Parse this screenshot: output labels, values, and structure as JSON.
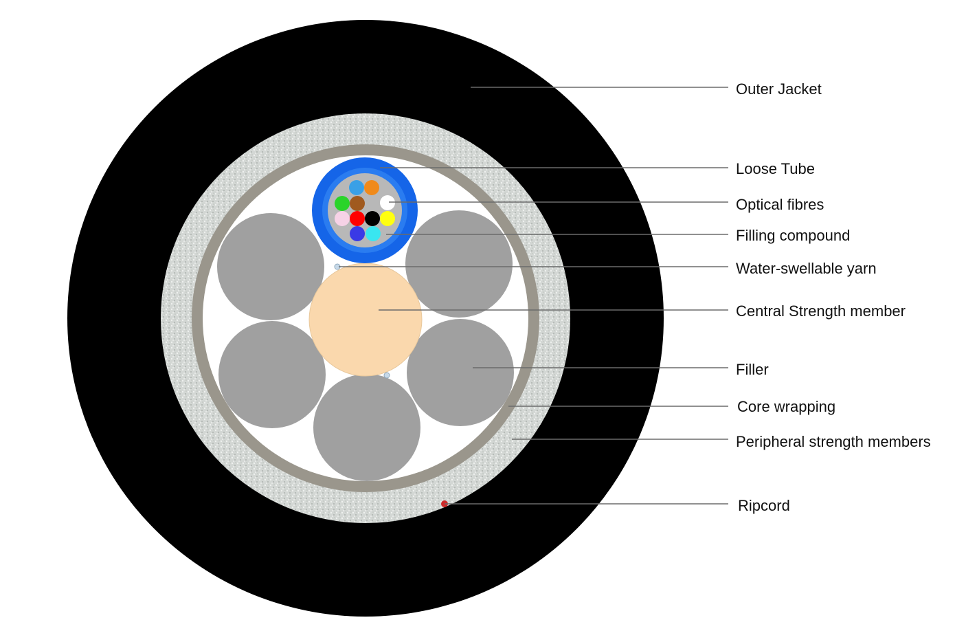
{
  "labels": [
    {
      "id": "outer-jacket",
      "text": "Outer Jacket"
    },
    {
      "id": "loose-tube",
      "text": "Loose Tube"
    },
    {
      "id": "optical-fibres",
      "text": "Optical fibres"
    },
    {
      "id": "filling-compound",
      "text": "Filling compound"
    },
    {
      "id": "water-swellable-yarn",
      "text": "Water-swellable yarn"
    },
    {
      "id": "central-strength-member",
      "text": "Central Strength member"
    },
    {
      "id": "filler",
      "text": "Filler"
    },
    {
      "id": "core-wrapping",
      "text": "Core wrapping"
    },
    {
      "id": "peripheral-strength-members",
      "text": "Peripheral strength members"
    },
    {
      "id": "ripcord",
      "text": "Ripcord"
    }
  ],
  "colors": {
    "outer_jacket": "#000000",
    "peripheral_strength": "#cfd3d0",
    "core_wrapping": "#9a968c",
    "core_interior": "#ffffff",
    "loose_tube": "#1565e8",
    "filling_compound": "#b8b8b8",
    "central_strength_member": "#fad8ad",
    "filler": "#a0a0a0",
    "ripcord": "#d02a2a",
    "yarn": "#c7d9e8"
  },
  "fibre_colors": [
    "#3aa0e6",
    "#f08a1a",
    "#2ad42a",
    "#a05a1e",
    "#ffffff",
    "#f6d2e6",
    "#ff0000",
    "#000000",
    "#ffff10",
    "#3a3ae6",
    "#39e6f0"
  ]
}
